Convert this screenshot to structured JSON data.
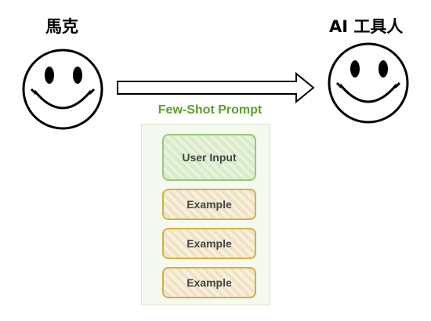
{
  "diagram": {
    "left_label": "馬克",
    "right_label": "AI 工具人",
    "prompt_title": "Few-Shot Prompt",
    "user_input": "User Input",
    "examples": [
      "Example",
      "Example",
      "Example"
    ]
  },
  "colors": {
    "prompt_title": "#5aa02c",
    "user_input_border": "#97c97a",
    "example_border": "#d7ae3a",
    "panel_background": "#f5faf0"
  },
  "icons": {
    "left_face": "smiley-face-icon",
    "right_face": "smiley-face-icon",
    "arrow": "right-arrow-icon"
  }
}
